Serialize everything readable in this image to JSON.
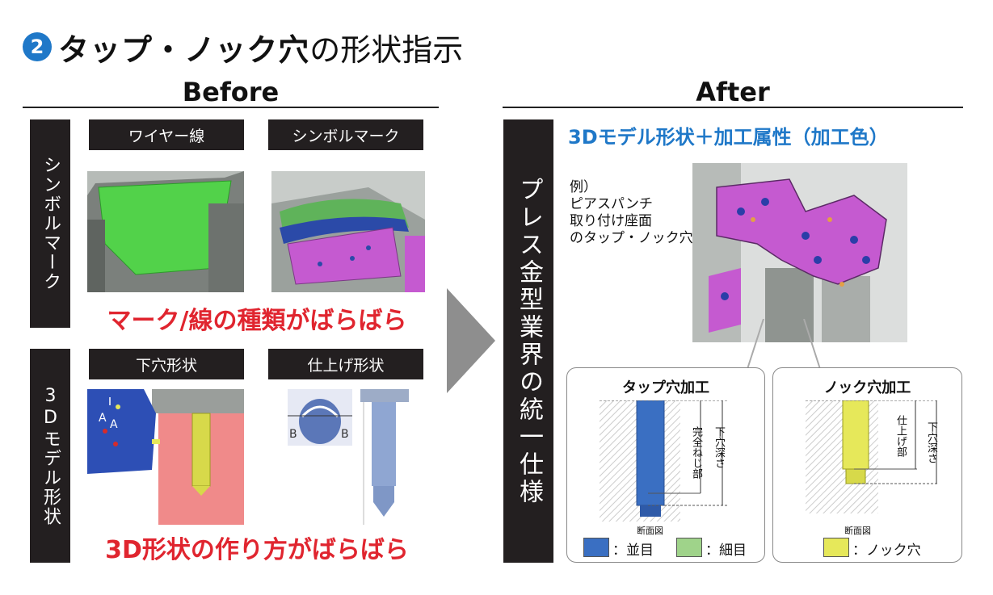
{
  "title": {
    "number": "2",
    "bold_text": "タップ・ノック穴",
    "normal_text": "の形状指示"
  },
  "before": {
    "header": "Before",
    "row1": {
      "side_label": "シンボルマーク",
      "label_left": "ワイヤー線",
      "label_right": "シンボルマーク",
      "caption": "マーク/線の種類がばらばら"
    },
    "row2": {
      "side_label": "3Dモデル形状",
      "label_left": "下穴形状",
      "label_right": "仕上げ形状",
      "caption": "3D形状の作り方がばらばら",
      "markers": {
        "a1": "A",
        "a2": "A",
        "b1": "B",
        "b2": "B"
      }
    }
  },
  "after": {
    "header": "After",
    "side_label": "プレス金型業界の統一仕様",
    "subtitle": "3Dモデル形状＋加工属性（加工色）",
    "note": [
      "例）",
      "ピアスパンチ",
      "取り付け座面",
      "のタップ・ノック穴"
    ],
    "tap_panel": {
      "title": "タップ穴加工",
      "dim_thread": "完全ねじ部",
      "dim_depth": "下穴深さ",
      "section_label": "断面図",
      "legend": [
        {
          "color": "#3a6fc2",
          "label": "：並目"
        },
        {
          "color": "#9fd38a",
          "label": "：細目"
        }
      ]
    },
    "knock_panel": {
      "title": "ノック穴加工",
      "dim_finish": "仕上げ部",
      "dim_depth": "下穴深さ",
      "section_label": "断面図",
      "legend": [
        {
          "color": "#e6e85a",
          "label": "：ノック穴"
        }
      ]
    }
  },
  "colors": {
    "accent_blue": "#1f78c8",
    "accent_red": "#e0252f",
    "dark_bar": "#231f20",
    "magenta": "#c55ad0",
    "green": "#52d24a"
  }
}
